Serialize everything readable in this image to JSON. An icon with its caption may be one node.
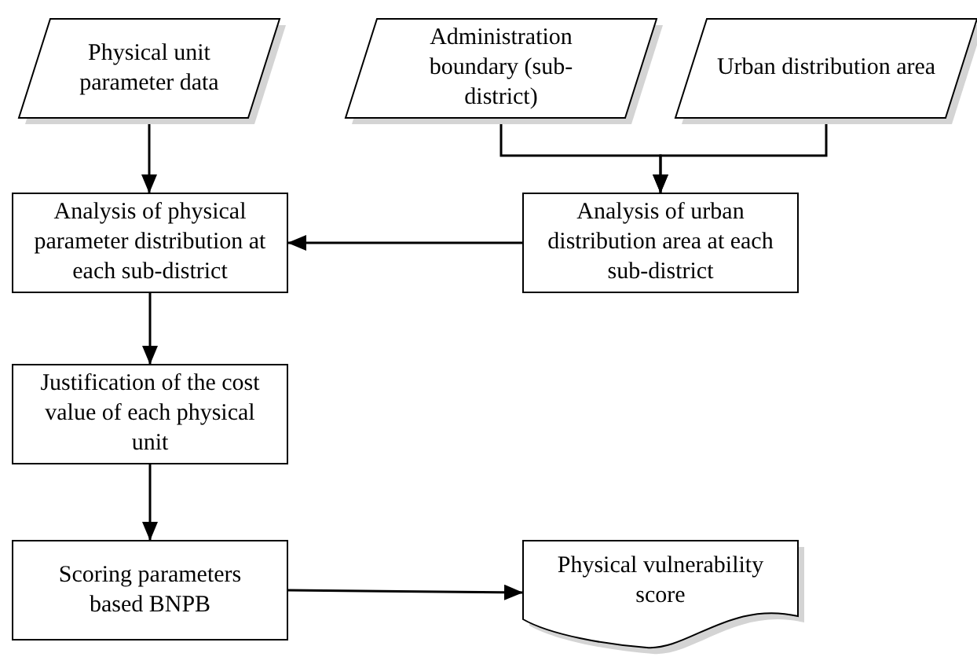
{
  "diagram": {
    "nodes": [
      {
        "text": [
          "Physical unit parameter data"
        ]
      },
      {
        "text": [
          "Administration boundary (sub-district)"
        ]
      },
      {
        "text": [
          "Urban distribution area"
        ]
      },
      {
        "text": [
          "Analysis of physical parameter distribution at each sub-district"
        ]
      },
      {
        "text": [
          "Analysis of urban distribution area at each sub-district"
        ]
      },
      {
        "text": [
          "Justification of the cost value of each physical unit"
        ]
      },
      {
        "text": [
          "Scoring parameters based BNPB"
        ]
      },
      {
        "text": [
          "Physical vulnerability score"
        ]
      }
    ],
    "edges": [
      {
        "from": 0,
        "to": 3,
        "arrow": "to"
      },
      {
        "from": 1,
        "to": 4,
        "arrow": "to"
      },
      {
        "from": 2,
        "to": 4,
        "arrow": "to"
      },
      {
        "from": 4,
        "to": 3,
        "arrow": "to"
      },
      {
        "from": 3,
        "to": 5,
        "arrow": "to"
      },
      {
        "from": 5,
        "to": 6,
        "arrow": "to"
      },
      {
        "from": 6,
        "to": 7,
        "arrow": "to"
      }
    ]
  }
}
